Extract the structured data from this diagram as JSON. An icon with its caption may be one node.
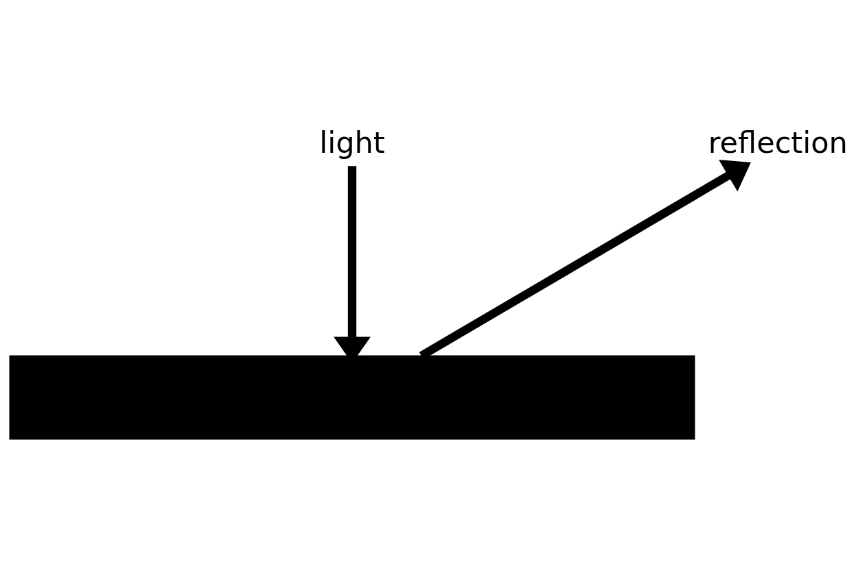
{
  "diagram": {
    "nodes": [
      {
        "text": [
          "light"
        ]
      },
      {
        "text": [
          "reflection"
        ]
      },
      {
        "text": [],
        "shape": "bar"
      }
    ],
    "edges": [
      {
        "from": 0,
        "to": 2,
        "arrow": "to"
      },
      {
        "from": 2,
        "to": 1,
        "arrow": "to"
      }
    ]
  }
}
